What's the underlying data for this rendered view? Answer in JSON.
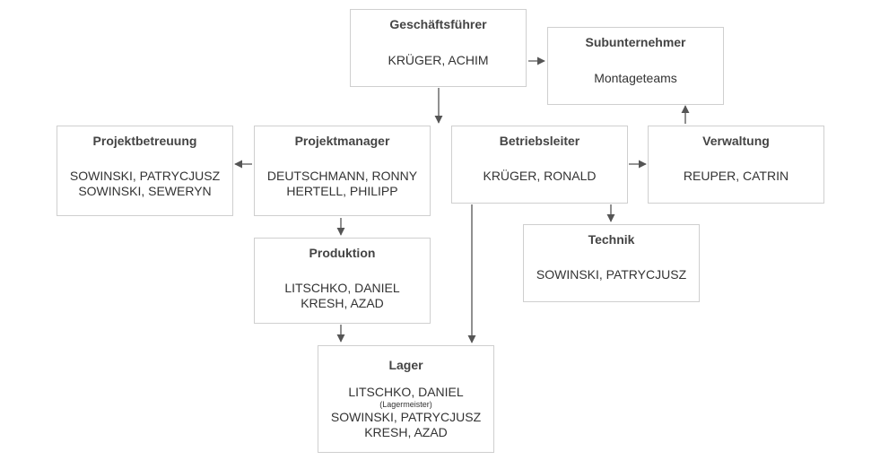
{
  "units": {
    "geschaeftsfuehrer": {
      "title": "Geschäftsführer",
      "members": [
        "KRÜGER, ACHIM"
      ]
    },
    "subunternehmer": {
      "title": "Subunternehmer",
      "members": [
        "Montageteams"
      ]
    },
    "projektbetreuung": {
      "title": "Projektbetreuung",
      "members": [
        "SOWINSKI, PATRYCJUSZ",
        "SOWINSKI, SEWERYN"
      ]
    },
    "projektmanager": {
      "title": "Projektmanager",
      "members": [
        "DEUTSCHMANN, RONNY",
        "HERTELL, PHILIPP"
      ]
    },
    "betriebsleiter": {
      "title": "Betriebsleiter",
      "members": [
        "KRÜGER, RONALD"
      ]
    },
    "verwaltung": {
      "title": "Verwaltung",
      "members": [
        "REUPER, CATRIN"
      ]
    },
    "technik": {
      "title": "Technik",
      "members": [
        "SOWINSKI, PATRYCJUSZ"
      ]
    },
    "produktion": {
      "title": "Produktion",
      "members": [
        "LITSCHKO, DANIEL",
        "KRESH, AZAD"
      ]
    },
    "lager": {
      "title": "Lager",
      "members": [
        "LITSCHKO, DANIEL",
        "(Lagermeister)",
        "SOWINSKI, PATRYCJUSZ",
        "KRESH, AZAD"
      ]
    }
  },
  "colors": {
    "border": "#cfcfcf",
    "connector": "#555555",
    "title": "#444444",
    "text": "#333333"
  }
}
